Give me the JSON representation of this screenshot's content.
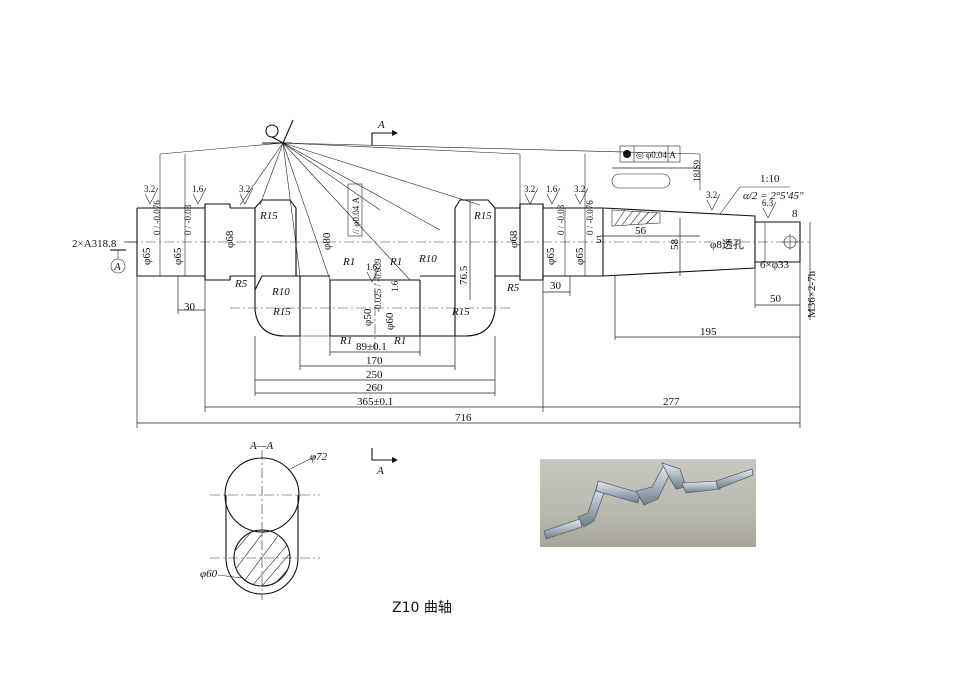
{
  "caption": "Z10 曲轴",
  "top_section_mark": "A",
  "bottom_section_mark": "A",
  "section_title": "A—A",
  "section_diameters": [
    "φ72",
    "φ60"
  ],
  "datum": "A",
  "left_callout": "2×A318.8",
  "taper": [
    "1:10",
    "α/2 = 2°5′45″"
  ],
  "tolerance_frames": [
    "◎ φ0.04 A",
    "// φ0.04 A"
  ],
  "keyway": "18JS9",
  "roughness": [
    "3.2",
    "1.6",
    "3.2",
    "3.2",
    "1.6",
    "3.2",
    "3.2",
    "6.3",
    "1.6",
    "1.6"
  ],
  "radii": [
    "R15",
    "R15",
    "R15",
    "R15",
    "R10",
    "R10",
    "R5",
    "R5",
    "R1",
    "R1",
    "R1",
    "R1"
  ],
  "diameters": {
    "left_journal": "φ65",
    "left_tol": "0 / -0.076",
    "left_journal2": "φ65",
    "left_tol2": "0 / -0.03",
    "shoulder_left": "φ68",
    "web": "φ80",
    "pin": "φ50",
    "pin_tol": "-0.025 / -0.039",
    "pin_alt": "φ60",
    "shoulder_right": "φ68",
    "right_journal": "φ65",
    "right_tol": "0 / -0.03",
    "right_journal2": "φ65",
    "right_tol2": "0 / -0.076",
    "oil_hole": "φ8透孔",
    "end_holes": "6×φ33",
    "thread": "M36×2-7h"
  },
  "lengths": [
    "30",
    "30",
    "89±0.1",
    "170",
    "250",
    "260",
    "365±0.1",
    "716",
    "277",
    "195",
    "50",
    "56",
    "58",
    "76.5",
    "5",
    "8"
  ]
}
